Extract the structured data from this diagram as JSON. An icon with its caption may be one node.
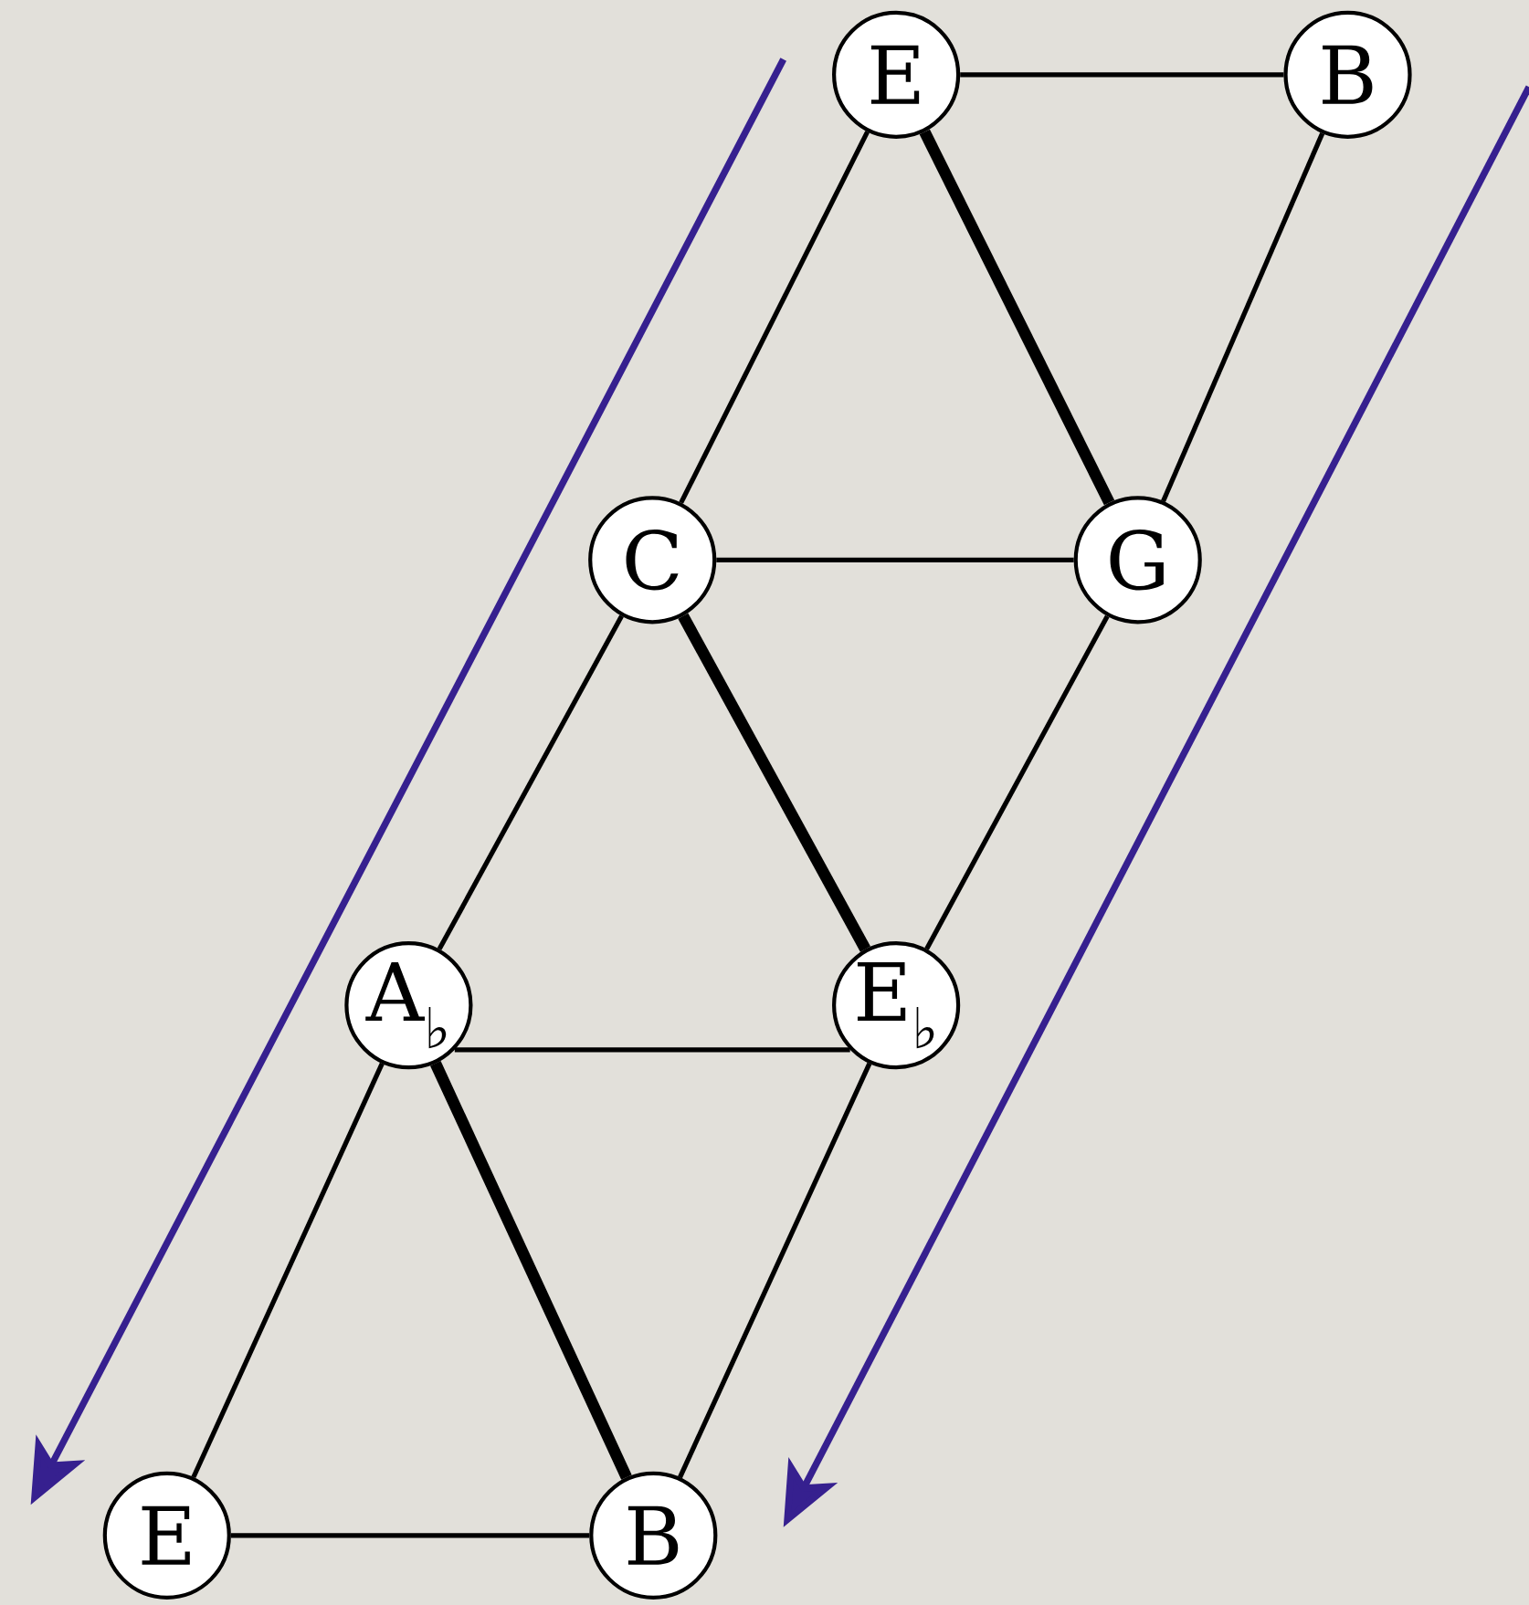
{
  "diagram": {
    "nodes": [
      {
        "text": [
          "E"
        ]
      },
      {
        "text": [
          "B"
        ]
      },
      {
        "text": [
          "C"
        ]
      },
      {
        "text": [
          "G"
        ]
      },
      {
        "text": [
          "A$_{♭}$"
        ]
      },
      {
        "text": [
          "E$_{♭}$"
        ]
      },
      {
        "text": [
          "E"
        ]
      },
      {
        "text": [
          "B"
        ]
      }
    ],
    "edges": [
      {
        "from": 0,
        "to": 1,
        "arrow": "none"
      },
      {
        "from": 0,
        "to": 2,
        "arrow": "none"
      },
      {
        "from": 0,
        "to": 3,
        "arrow": "none",
        "style": "thick"
      },
      {
        "from": 1,
        "to": 3,
        "arrow": "none"
      },
      {
        "from": 2,
        "to": 3,
        "arrow": "none"
      },
      {
        "from": 2,
        "to": 4,
        "arrow": "none"
      },
      {
        "from": 2,
        "to": 5,
        "arrow": "none",
        "style": "thick"
      },
      {
        "from": 3,
        "to": 5,
        "arrow": "none"
      },
      {
        "from": 4,
        "to": 5,
        "arrow": "none"
      },
      {
        "from": 4,
        "to": 6,
        "arrow": "none"
      },
      {
        "from": 4,
        "to": 7,
        "arrow": "none",
        "style": "thick"
      },
      {
        "from": 5,
        "to": 7,
        "arrow": "none"
      },
      {
        "from": 6,
        "to": 7,
        "arrow": "none"
      }
    ]
  }
}
